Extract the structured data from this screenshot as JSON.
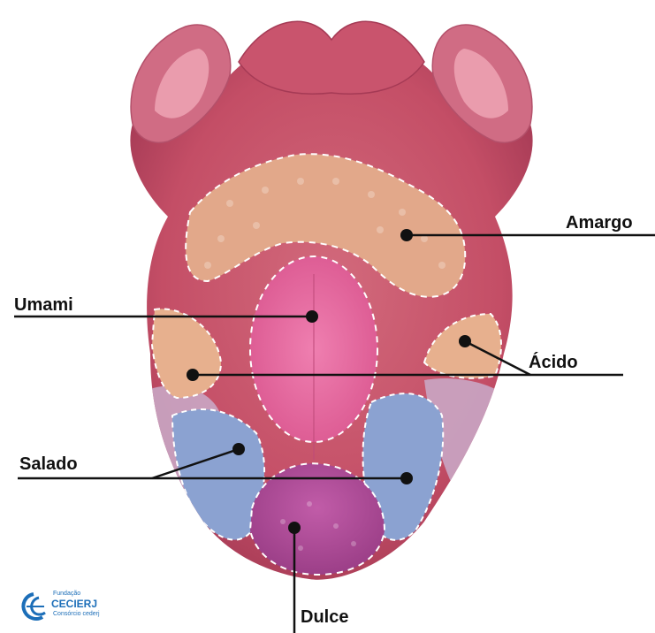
{
  "labels": {
    "amargo": "Amargo",
    "umami": "Umami",
    "acido": "Ácido",
    "salado": "Salado",
    "dulce": "Dulce"
  },
  "logo": {
    "name": "CECIERJ",
    "small_top": "Fundação",
    "small_bottom": "Consórcio cederj"
  },
  "colors": {
    "tongue_base": "#c9566a",
    "tongue_dark": "#a83c56",
    "lip_pink": "#d46b85",
    "amargo_zone": "#e2a88a",
    "umami_zone": "#e86aa0",
    "acido_zone": "#e8b08e",
    "salado_zone": "#8aa0cf",
    "dulce_zone": "#b44d9a",
    "sweet_edge": "#c8a8c8",
    "logo_blue": "#1c6eb8"
  }
}
